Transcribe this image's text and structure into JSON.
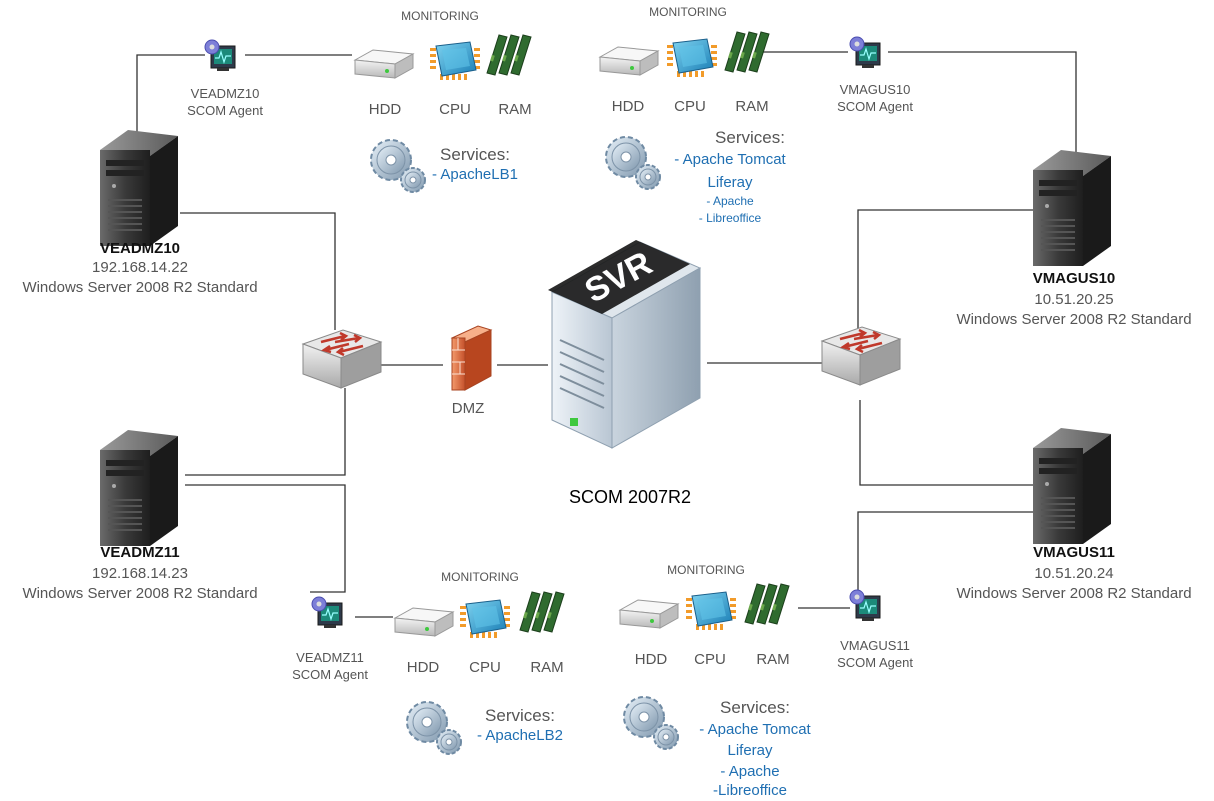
{
  "central": {
    "label": "SCOM 2007R2",
    "badge": "SVR"
  },
  "dmz": {
    "label": "DMZ"
  },
  "monitoring_label": "MONITORING",
  "hw_labels": {
    "hdd": "HDD",
    "cpu": "CPU",
    "ram": "RAM"
  },
  "services_label": "Services:",
  "servers": {
    "veadmz10": {
      "name": "VEADMZ10",
      "ip": "192.168.14.22",
      "os": "Windows Server 2008 R2 Standard",
      "agent_name": "VEADMZ10",
      "agent_label": "SCOM Agent",
      "services": [
        "- ApacheLB1"
      ]
    },
    "veadmz11": {
      "name": "VEADMZ11",
      "ip": "192.168.14.23",
      "os": "Windows Server 2008 R2 Standard",
      "agent_name": "VEADMZ11",
      "agent_label": "SCOM Agent",
      "services": [
        "- ApacheLB2"
      ]
    },
    "vmagus10": {
      "name": "VMAGUS10",
      "ip": "10.51.20.25",
      "os": "Windows Server 2008 R2 Standard",
      "agent_name": "VMAGUS10",
      "agent_label": "SCOM Agent",
      "services": [
        "- Apache Tomcat",
        "Liferay",
        "- Apache",
        "- Libreoffice"
      ]
    },
    "vmagus11": {
      "name": "VMAGUS11",
      "ip": "10.51.20.24",
      "os": "Windows Server 2008 R2 Standard",
      "agent_name": "VMAGUS11",
      "agent_label": "SCOM Agent",
      "services": [
        "- Apache Tomcat",
        "Liferay",
        "- Apache",
        "-Libreoffice"
      ]
    }
  },
  "colors": {
    "line": "#333333",
    "link_text": "#1f6fb2",
    "firewall": "#e06a3a",
    "switch_arrow": "#c0392b"
  }
}
